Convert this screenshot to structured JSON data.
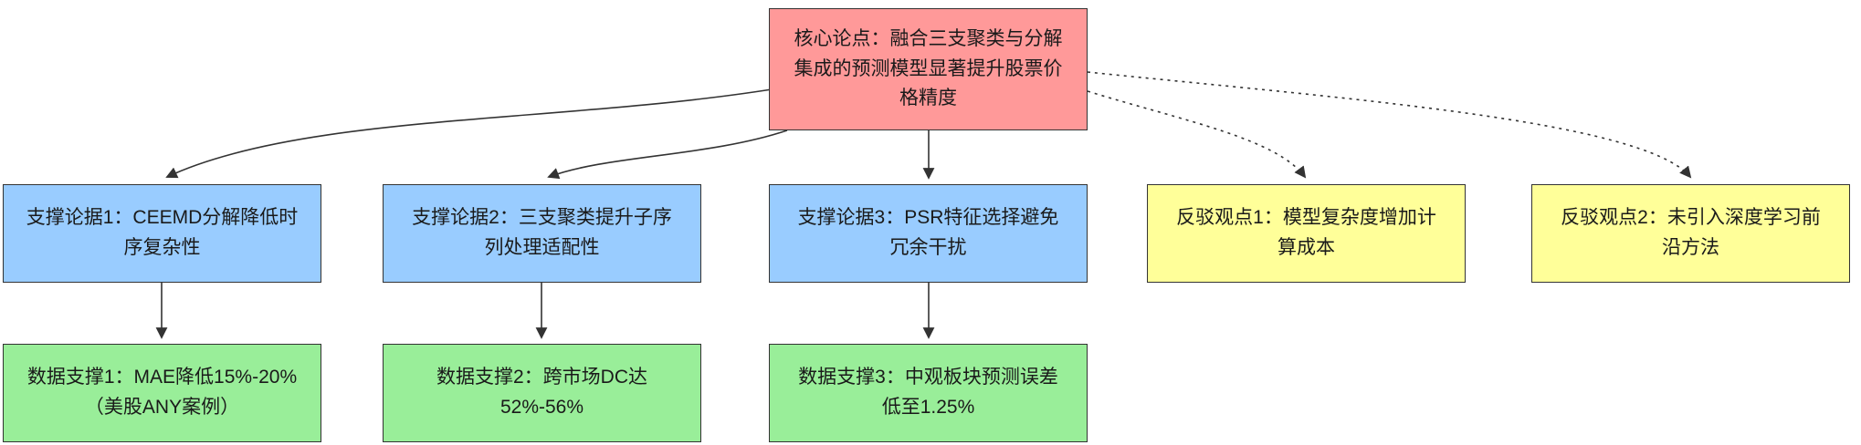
{
  "diagram": {
    "type": "argument-flowchart",
    "edge_color": "#333333",
    "core": {
      "label": "核心论点：融合三支聚类与分解集成的预测模型显著提升股票价格精度",
      "fill": "#FF9999"
    },
    "supports": [
      {
        "label": "支撑论据1：CEEMD分解降低时序复杂性",
        "fill": "#99CCFF"
      },
      {
        "label": "支撑论据2：三支聚类提升子序列处理适配性",
        "fill": "#99CCFF"
      },
      {
        "label": "支撑论据3：PSR特征选择避免冗余干扰",
        "fill": "#99CCFF"
      }
    ],
    "rebuttals": [
      {
        "label": "反驳观点1：模型复杂度增加计算成本",
        "fill": "#FFFF99"
      },
      {
        "label": "反驳观点2：未引入深度学习前沿方法",
        "fill": "#FFFF99"
      }
    ],
    "evidence": [
      {
        "label": "数据支撑1：MAE降低15%-20%（美股ANY案例）",
        "fill": "#99EE99"
      },
      {
        "label": "数据支撑2：跨市场DC达52%-56%",
        "fill": "#99EE99"
      },
      {
        "label": "数据支撑3：中观板块预测误差低至1.25%",
        "fill": "#99EE99"
      }
    ],
    "edges": [
      {
        "from": "core",
        "to": "support-1",
        "style": "solid"
      },
      {
        "from": "core",
        "to": "support-2",
        "style": "solid"
      },
      {
        "from": "core",
        "to": "support-3",
        "style": "solid"
      },
      {
        "from": "core",
        "to": "rebuttal-1",
        "style": "dotted"
      },
      {
        "from": "core",
        "to": "rebuttal-2",
        "style": "dotted"
      },
      {
        "from": "support-1",
        "to": "evidence-1",
        "style": "solid"
      },
      {
        "from": "support-2",
        "to": "evidence-2",
        "style": "solid"
      },
      {
        "from": "support-3",
        "to": "evidence-3",
        "style": "solid"
      }
    ]
  }
}
